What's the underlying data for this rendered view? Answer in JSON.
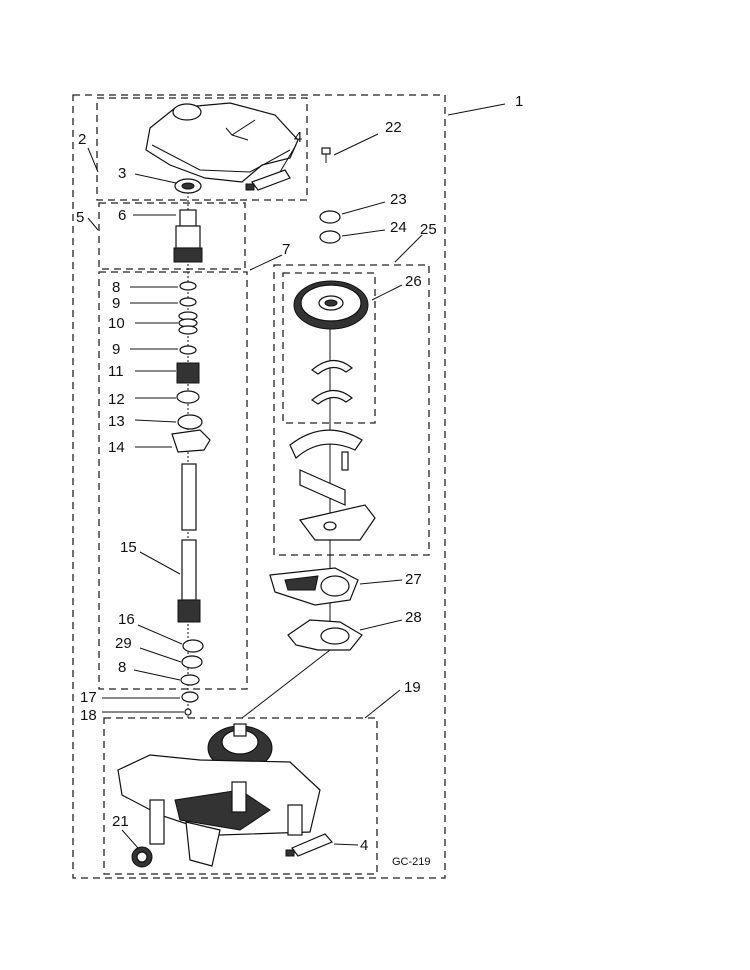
{
  "callouts": [
    {
      "id": "c1",
      "text": "1"
    },
    {
      "id": "c2",
      "text": "2"
    },
    {
      "id": "c3",
      "text": "3"
    },
    {
      "id": "c4a",
      "text": "4"
    },
    {
      "id": "c4b",
      "text": "4"
    },
    {
      "id": "c5",
      "text": "5"
    },
    {
      "id": "c6",
      "text": "6"
    },
    {
      "id": "c7",
      "text": "7"
    },
    {
      "id": "c8a",
      "text": "8"
    },
    {
      "id": "c8b",
      "text": "8"
    },
    {
      "id": "c9a",
      "text": "9"
    },
    {
      "id": "c9b",
      "text": "9"
    },
    {
      "id": "c10",
      "text": "10"
    },
    {
      "id": "c11",
      "text": "11"
    },
    {
      "id": "c12",
      "text": "12"
    },
    {
      "id": "c13",
      "text": "13"
    },
    {
      "id": "c14",
      "text": "14"
    },
    {
      "id": "c15",
      "text": "15"
    },
    {
      "id": "c16",
      "text": "16"
    },
    {
      "id": "c17",
      "text": "17"
    },
    {
      "id": "c18",
      "text": "18"
    },
    {
      "id": "c19",
      "text": "19"
    },
    {
      "id": "c21",
      "text": "21"
    },
    {
      "id": "c22",
      "text": "22"
    },
    {
      "id": "c23",
      "text": "23"
    },
    {
      "id": "c24",
      "text": "24"
    },
    {
      "id": "c25",
      "text": "25"
    },
    {
      "id": "c26",
      "text": "26"
    },
    {
      "id": "c27",
      "text": "27"
    },
    {
      "id": "c28",
      "text": "28"
    },
    {
      "id": "c29",
      "text": "29"
    }
  ],
  "reference_code": "GC-219"
}
